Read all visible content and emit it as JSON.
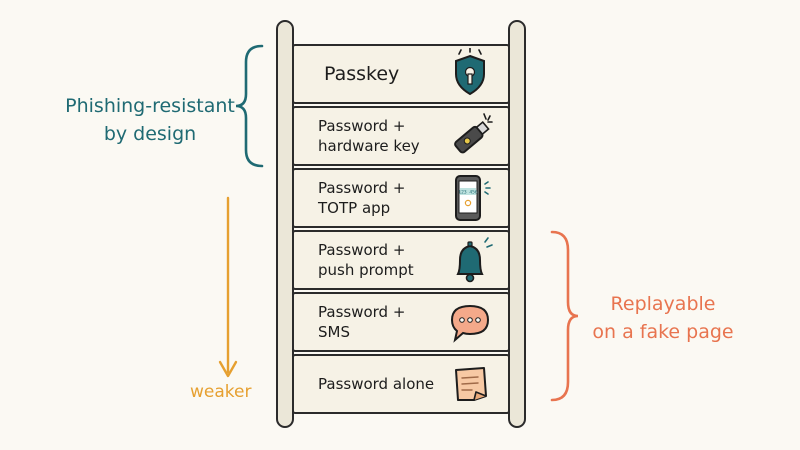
{
  "ladder": {
    "rungs": [
      {
        "label": "Passkey",
        "icon": "shield-keyhole-icon"
      },
      {
        "label": "Password +\nhardware key",
        "icon": "usb-security-key-icon"
      },
      {
        "label": "Password +\nTOTP app",
        "icon": "phone-totp-icon",
        "code": "123 456"
      },
      {
        "label": "Password +\npush prompt",
        "icon": "bell-icon"
      },
      {
        "label": "Password +\nSMS",
        "icon": "speech-bubble-icon"
      },
      {
        "label": "Password alone",
        "icon": "sticky-note-icon"
      }
    ]
  },
  "annotations": {
    "top_group": "Phishing-resistant\nby design",
    "bottom_group": "Replayable\non a fake page",
    "direction": "weaker"
  },
  "colors": {
    "teal": "#1f6a73",
    "orange": "#e8744f",
    "amber": "#e6a030",
    "ink": "#2b2b2b",
    "rail": "#ebe7d8",
    "rung": "#f6f2e6"
  }
}
